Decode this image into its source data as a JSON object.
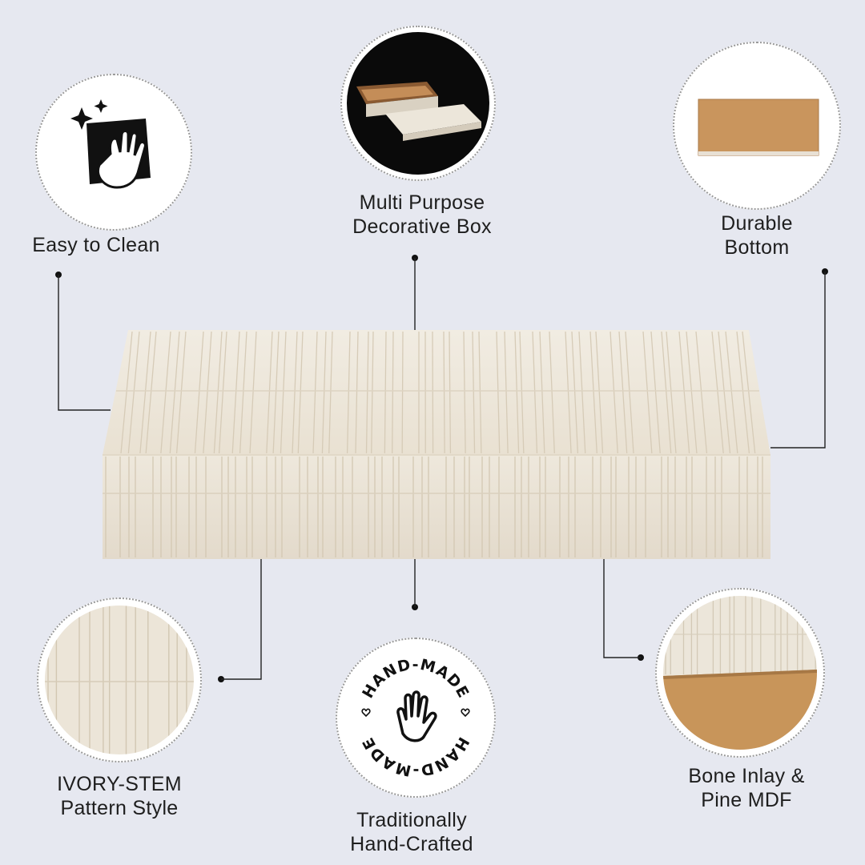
{
  "features": {
    "easy_clean": {
      "icon": "cleaning-cloth-hand-icon",
      "line1": "Easy to Clean",
      "line2": ""
    },
    "decorative_box": {
      "icon": "open-bone-box-photo",
      "line1": "Multi Purpose",
      "line2": "Decorative Box"
    },
    "durable_bottom": {
      "icon": "pine-board-bottom-photo",
      "line1": "Durable",
      "line2": "Bottom"
    },
    "pattern_style": {
      "icon": "ivory-stem-closeup-photo",
      "line1": "IVORY-STEM",
      "line2": "Pattern Style"
    },
    "hand_crafted": {
      "icon": "handmade-stamp-icon",
      "line1": "Traditionally",
      "line2": "Hand-Crafted",
      "stamp_text_top": "HAND-MADE",
      "stamp_text_bottom": "HAND-MADE"
    },
    "material": {
      "icon": "bone-inlay-mdf-closeup-photo",
      "line1": "Bone Inlay &",
      "line2": "Pine MDF"
    }
  },
  "colors": {
    "background": "#e6e8f0",
    "bone": "#efe8dc",
    "wood": "#c8955a",
    "ink": "#111111"
  }
}
